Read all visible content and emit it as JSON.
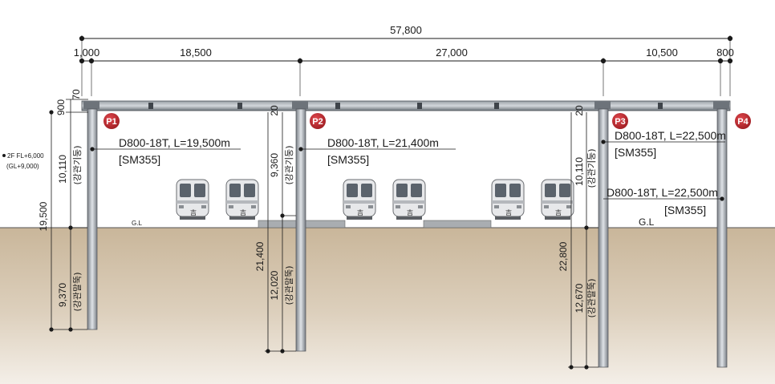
{
  "overall_dimension": "57,800",
  "span_dimensions": [
    "1,000",
    "18,500",
    "27,000",
    "10,500",
    "800"
  ],
  "roof_dims": {
    "p1_900": "900",
    "p1_70": "70",
    "p2_20": "20",
    "p3_20": "20"
  },
  "level_note": {
    "line1": "2F FL+6,000",
    "line2": "(GL+9,000)"
  },
  "column_label": "(강관기둥)",
  "pile_label": "(강관말뚝)",
  "left_dims": {
    "total": "19,500",
    "column": "10,110",
    "pile": "9,370"
  },
  "mid_dims": {
    "total": "21,400",
    "column": "9,360",
    "pile": "12,020"
  },
  "right_dims": {
    "total": "22,800",
    "column": "10,110",
    "pile": "12,670"
  },
  "badges": [
    "P1",
    "P2",
    "P3",
    "P4"
  ],
  "badge_color": "#c0282d",
  "specs": {
    "p1": {
      "line1": "D800-18T, L=19,500m",
      "line2": "[SM355]"
    },
    "p2": {
      "line1": "D800-18T, L=21,400m",
      "line2": "[SM355]"
    },
    "p3": {
      "line1": "D800-18T, L=22,500m",
      "line2": "[SM355]"
    },
    "p4": {
      "line1": "D800-18T, L=22,500m",
      "line2": "[SM355]"
    }
  },
  "ground_labels": {
    "left": "G.L",
    "right": "G.L"
  },
  "train_mark": "吉"
}
